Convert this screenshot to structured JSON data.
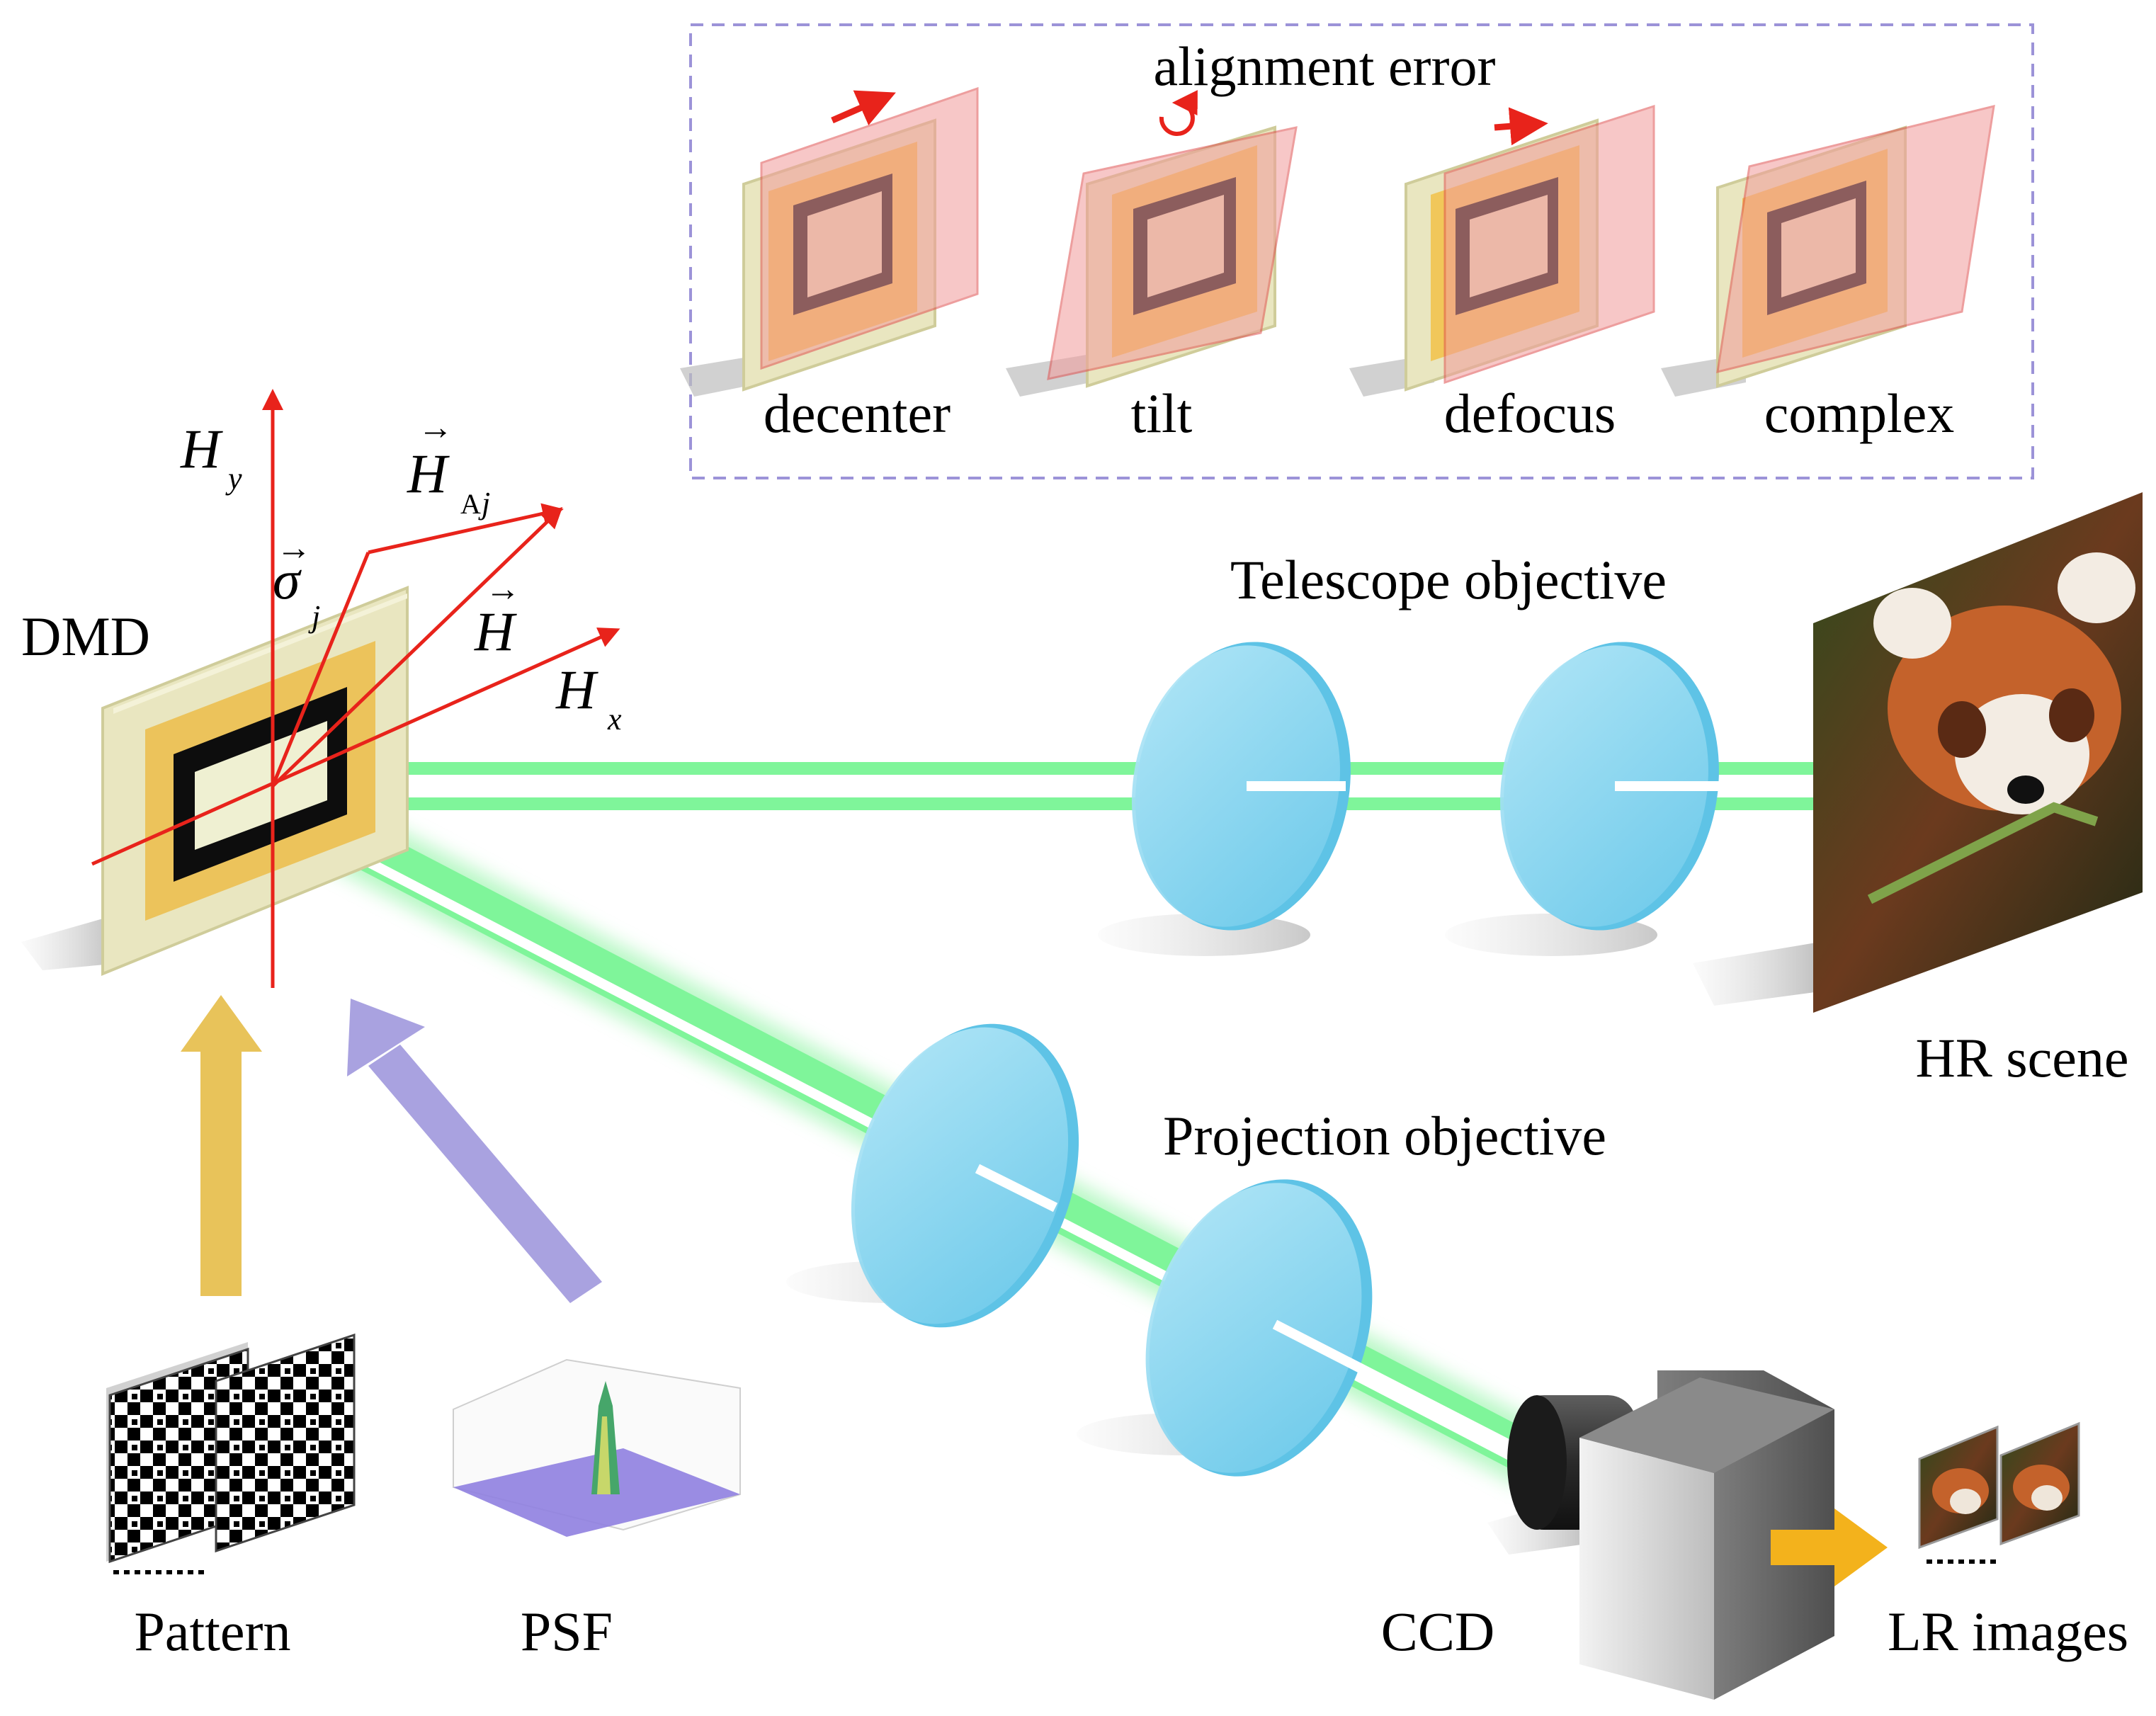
{
  "labels": {
    "dmd": "DMD",
    "telescope": "Telescope objective",
    "projection": "Projection objective",
    "hr_scene": "HR scene",
    "ccd": "CCD",
    "lr_images": "LR images",
    "pattern": "Pattern",
    "psf": "PSF"
  },
  "vectors": {
    "hy_main": "H",
    "hy_sub": "y",
    "hx_main": "H",
    "hx_sub": "x",
    "h_main": "H",
    "haj_main": "H",
    "haj_sub_a": "A",
    "haj_sub_j": "j",
    "sigma_main": "σ",
    "sigma_sub": "j"
  },
  "inset": {
    "title": "alignment error",
    "items": [
      "decenter",
      "tilt",
      "defocus",
      "complex"
    ]
  },
  "colors": {
    "beam": "#6ff08a",
    "lens": "#8fd6ef",
    "axis_red": "#e8231b",
    "pattern_arrow": "#e8c35a",
    "psf_arrow": "#a9a2e0",
    "lr_arrow": "#f3b21c",
    "inset_border": "#9c93d8"
  }
}
